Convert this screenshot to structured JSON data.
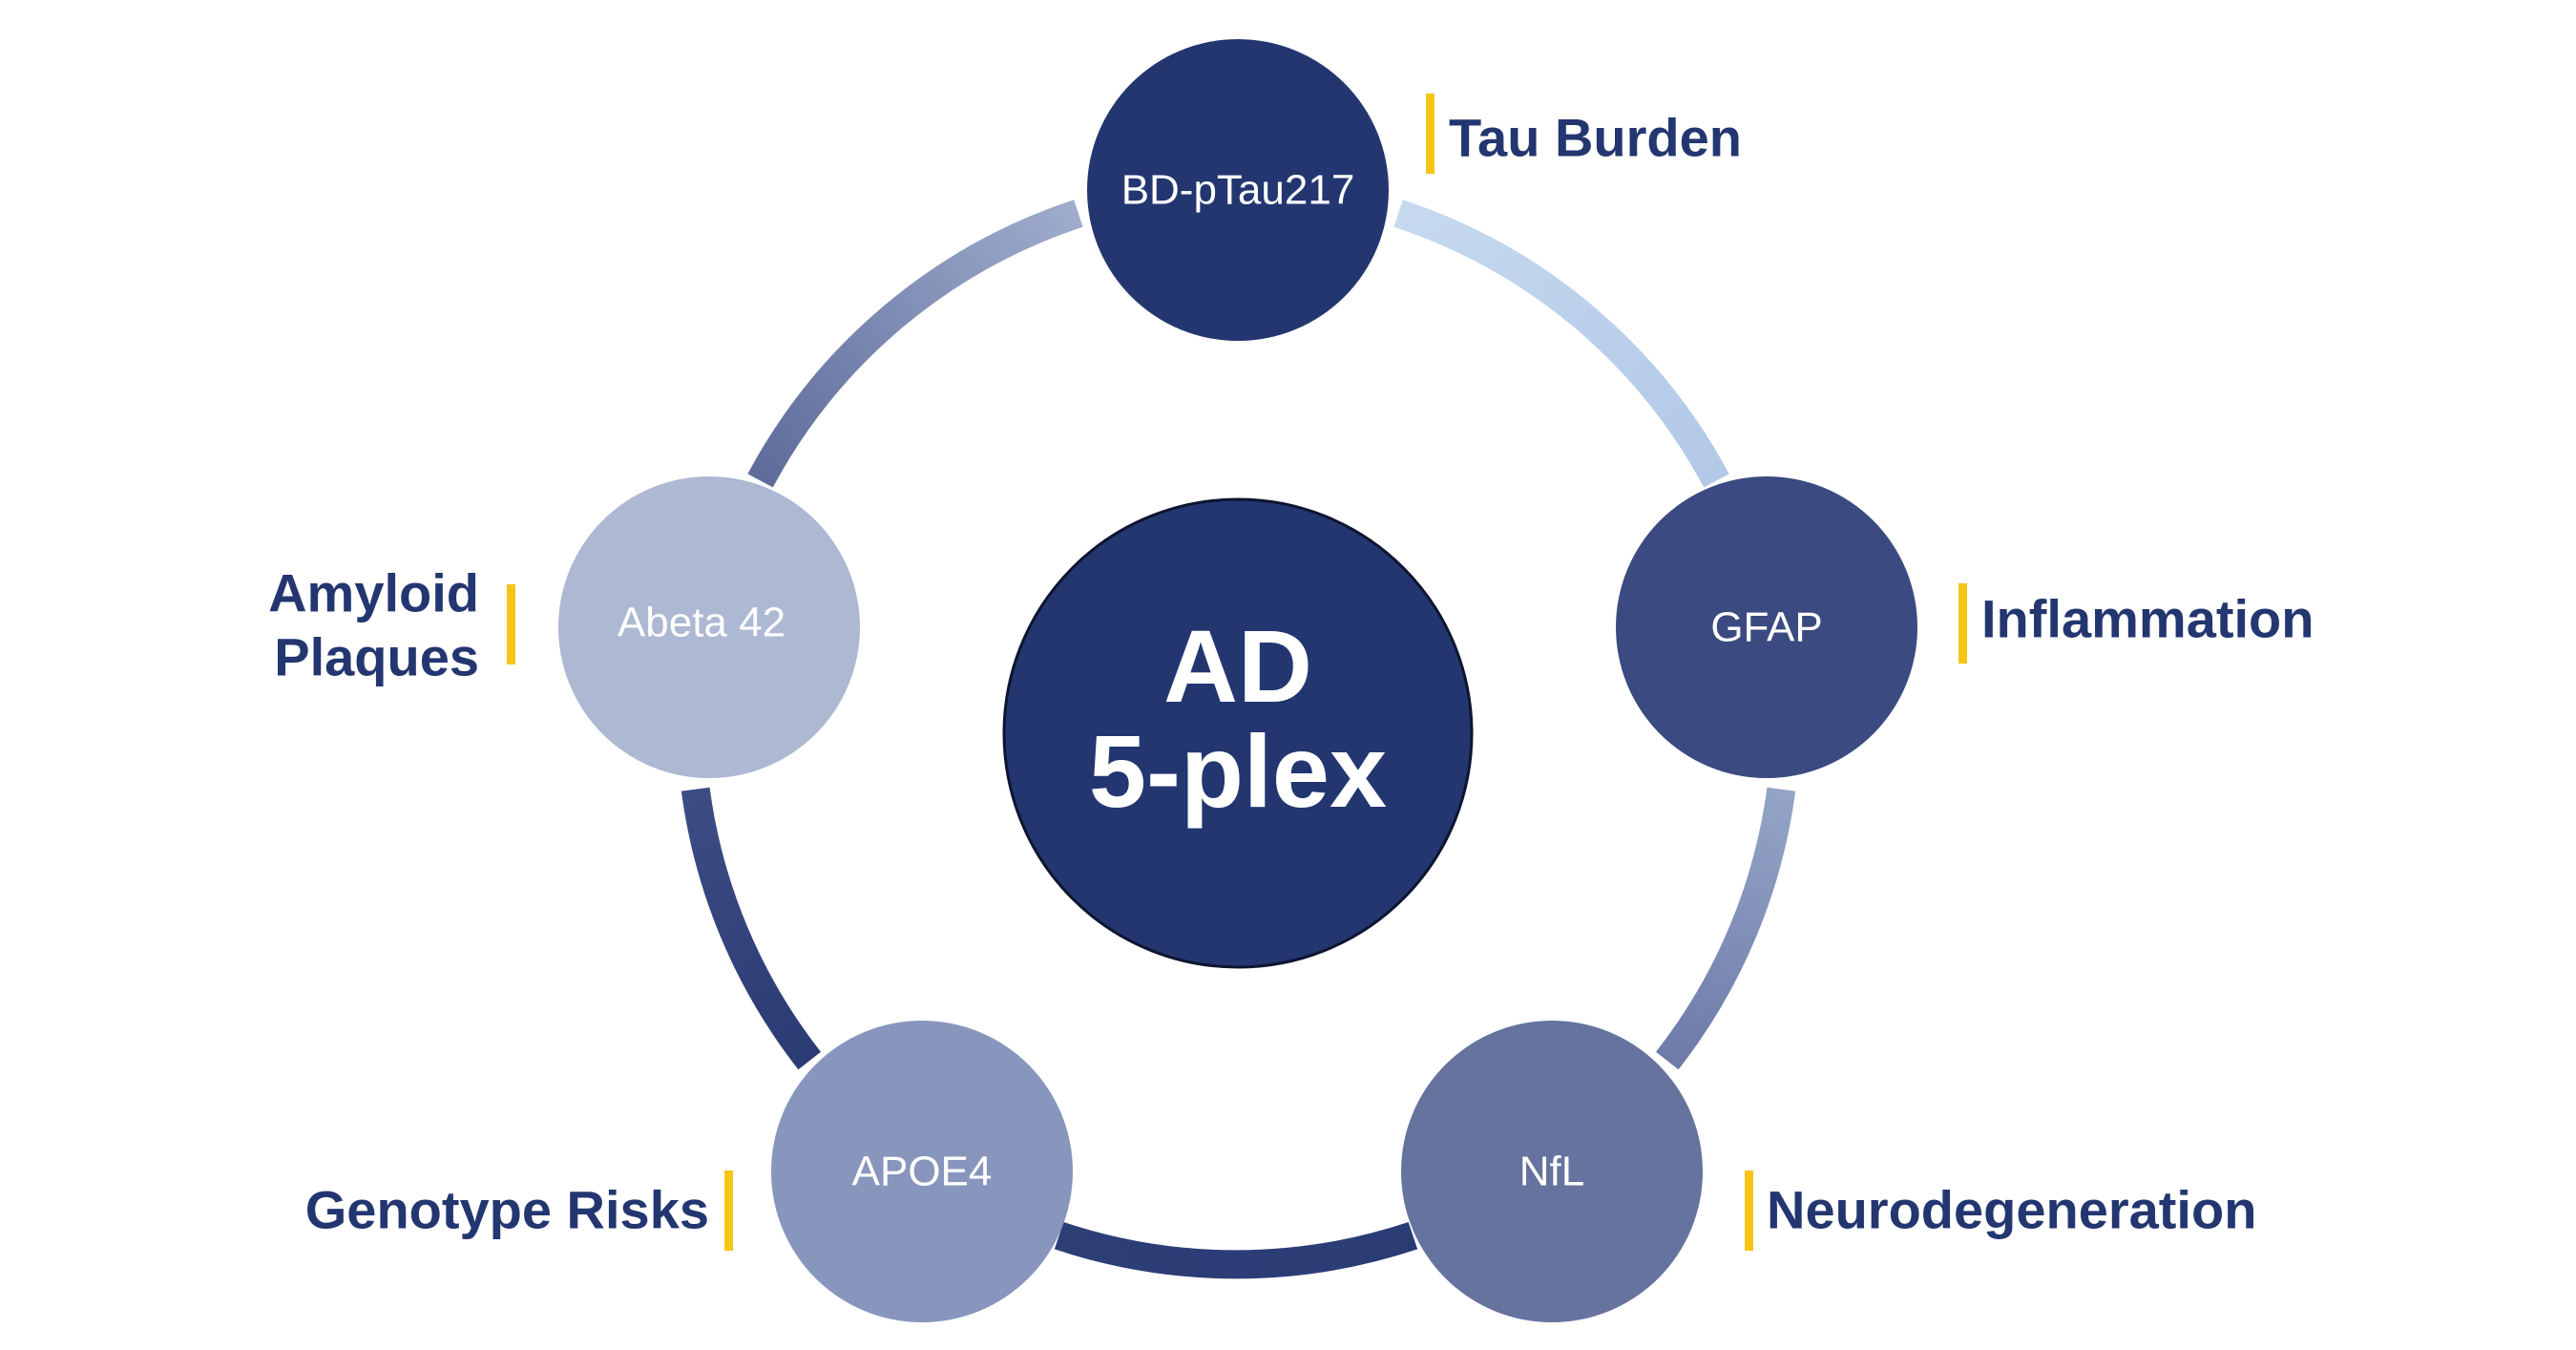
{
  "center": {
    "line1": "AD",
    "line2": "5-plex"
  },
  "nodes": [
    {
      "id": "bd-ptau217",
      "label": "BD-pTau217",
      "color": "#233670",
      "category": [
        "Tau Burden"
      ]
    },
    {
      "id": "gfap",
      "label": "GFAP",
      "color": "#3b4a80",
      "category": [
        "Inflammation"
      ]
    },
    {
      "id": "nfl",
      "label": "NfL",
      "color": "#66739f",
      "category": [
        "Neurodegeneration"
      ]
    },
    {
      "id": "apoe4",
      "label": "APOE4",
      "color": "#8896bd",
      "category": [
        "Genotype Risks"
      ]
    },
    {
      "id": "abeta-42",
      "label": "Abeta 42",
      "color": "#adb8d3",
      "category": [
        "Amyloid",
        "Plaques"
      ]
    }
  ],
  "colors": {
    "accent_bar": "#f5c518",
    "label_text": "#233670",
    "center_fill": "#233670",
    "arc_light": "#bdd3ec",
    "arc_dark": "#2c3c75"
  }
}
